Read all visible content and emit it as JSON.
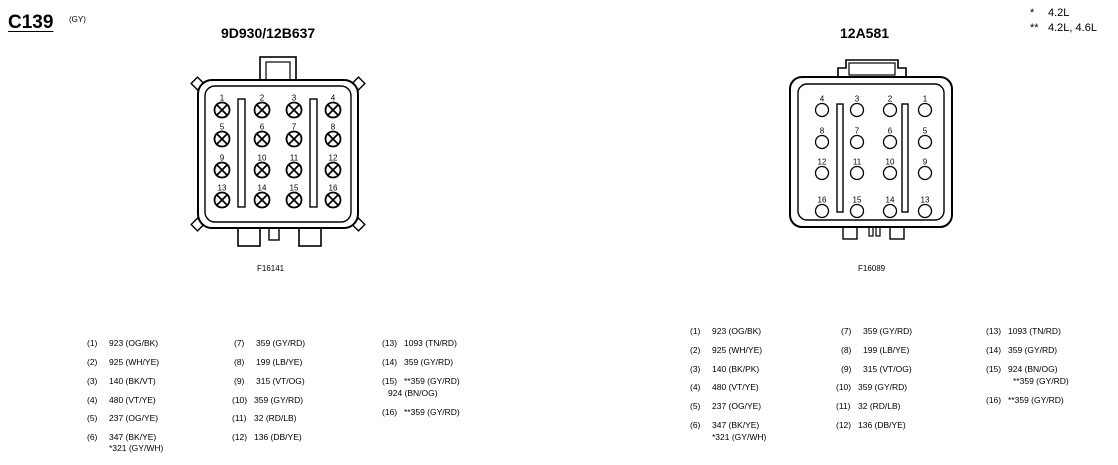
{
  "connector": {
    "id": "C139",
    "color": "(GY)"
  },
  "legend": [
    {
      "mark": "*",
      "text": "4.2L"
    },
    {
      "mark": "**",
      "text": "4.2L, 4.6L"
    }
  ],
  "left": {
    "title": "9D930/12B637",
    "figure_code": "F16141",
    "pin_numbers": [
      "1",
      "2",
      "3",
      "4",
      "5",
      "6",
      "7",
      "8",
      "9",
      "10",
      "11",
      "12",
      "13",
      "14",
      "15",
      "16"
    ],
    "pins": [
      {
        "n": "(1)",
        "v": "923 (OG/BK)"
      },
      {
        "n": "(2)",
        "v": "925 (WH/YE)"
      },
      {
        "n": "(3)",
        "v": "140 (BK/VT)"
      },
      {
        "n": "(4)",
        "v": "480 (VT/YE)"
      },
      {
        "n": "(5)",
        "v": "237 (OG/YE)"
      },
      {
        "n": "(6)",
        "v": "347 (BK/YE)",
        "v2": "*321 (GY/WH)"
      },
      {
        "n": "(7)",
        "v": "359 (GY/RD)"
      },
      {
        "n": "(8)",
        "v": "199 (LB/YE)"
      },
      {
        "n": "(9)",
        "v": "315 (VT/OG)"
      },
      {
        "n": "(10)",
        "v": "359 (GY/RD)"
      },
      {
        "n": "(11)",
        "v": "32 (RD/LB)"
      },
      {
        "n": "(12)",
        "v": "136 (DB/YE)"
      },
      {
        "n": "(13)",
        "v": "1093 (TN/RD)"
      },
      {
        "n": "(14)",
        "v": "359 (GY/RD)"
      },
      {
        "n": "(15)",
        "v": "**359 (GY/RD)",
        "v2": "924 (BN/OG)"
      },
      {
        "n": "(16)",
        "v": "**359 (GY/RD)"
      }
    ]
  },
  "right": {
    "title": "12A581",
    "figure_code": "F16089",
    "pin_numbers": [
      "4",
      "3",
      "2",
      "1",
      "8",
      "7",
      "6",
      "5",
      "12",
      "11",
      "10",
      "9",
      "16",
      "15",
      "14",
      "13"
    ],
    "pins": [
      {
        "n": "(1)",
        "v": "923 (OG/BK)"
      },
      {
        "n": "(2)",
        "v": "925 (WH/YE)"
      },
      {
        "n": "(3)",
        "v": "140 (BK/PK)"
      },
      {
        "n": "(4)",
        "v": "480 (VT/YE)"
      },
      {
        "n": "(5)",
        "v": "237 (OG/YE)"
      },
      {
        "n": "(6)",
        "v": "347 (BK/YE)",
        "v2": "*321 (GY/WH)"
      },
      {
        "n": "(7)",
        "v": "359 (GY/RD)"
      },
      {
        "n": "(8)",
        "v": "199 (LB/YE)"
      },
      {
        "n": "(9)",
        "v": "315 (VT/OG)"
      },
      {
        "n": "(10)",
        "v": "359 (GY/RD)"
      },
      {
        "n": "(11)",
        "v": "32 (RD/LB)"
      },
      {
        "n": "(12)",
        "v": "136 (DB/YE)"
      },
      {
        "n": "(13)",
        "v": "1093 (TN/RD)"
      },
      {
        "n": "(14)",
        "v": "359 (GY/RD)"
      },
      {
        "n": "(15)",
        "v": "924 (BN/OG)",
        "v2": "**359 (GY/RD)"
      },
      {
        "n": "(16)",
        "v": "**359 (GY/RD)"
      }
    ]
  }
}
